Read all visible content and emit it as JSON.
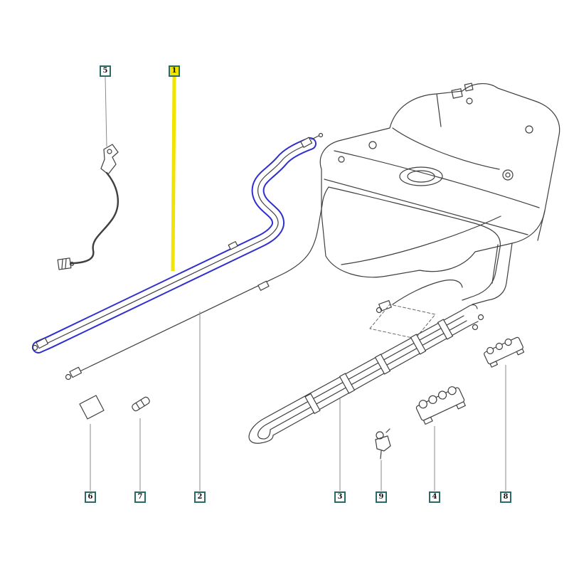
{
  "diagram": {
    "callouts": [
      {
        "label": "1",
        "highlighted": true
      },
      {
        "label": "2",
        "highlighted": false
      },
      {
        "label": "3",
        "highlighted": false
      },
      {
        "label": "4",
        "highlighted": false
      },
      {
        "label": "5",
        "highlighted": false
      },
      {
        "label": "6",
        "highlighted": false
      },
      {
        "label": "7",
        "highlighted": false
      },
      {
        "label": "8",
        "highlighted": false
      },
      {
        "label": "9",
        "highlighted": false
      }
    ]
  },
  "colors": {
    "highlight": "#f0e400",
    "pipe_highlight": "#2f2fd0",
    "line": "#3f3f3f",
    "label_border": "#2a6b66",
    "leader": "#8a8a8a"
  }
}
